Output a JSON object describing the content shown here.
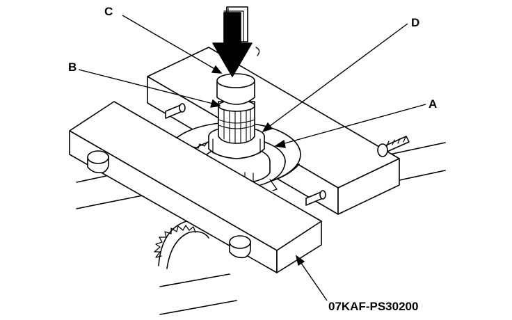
{
  "figure": {
    "callouts": {
      "a": "A",
      "b": "B",
      "c": "C",
      "d": "D"
    },
    "tool_number": "07KAF-PS30200"
  }
}
